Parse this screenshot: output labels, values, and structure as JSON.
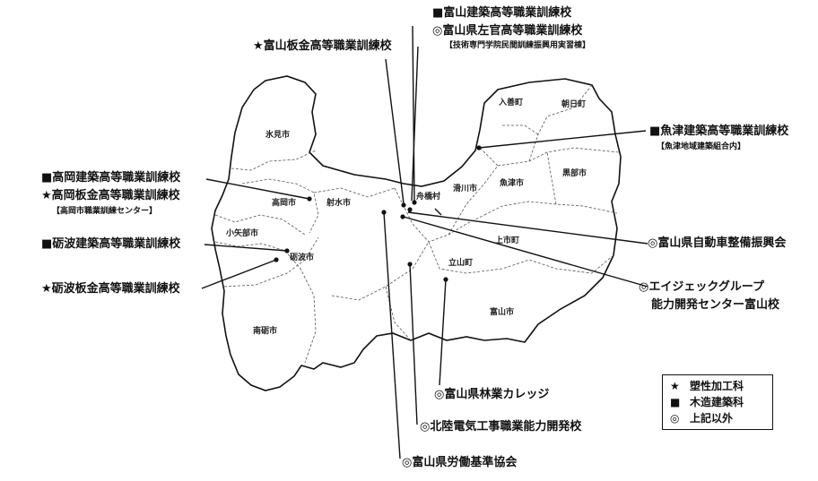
{
  "cities": {
    "himi": "氷見市",
    "takaoka": "高岡市",
    "imizu": "射水市",
    "oyabe": "小矢部市",
    "tonami": "砺波市",
    "nanto": "南砺市",
    "funahashi": "舟橋村",
    "namerikawa": "滑川市",
    "uozu": "魚津市",
    "nyuzen": "入善町",
    "asahi": "朝日町",
    "kurobe": "黒部市",
    "kamiichi": "上市町",
    "tateyama": "立山町",
    "toyama": "富山市"
  },
  "labels": {
    "toyama_kenchiku": "■富山建築高等職業訓練校",
    "toyama_sakan": "◎富山県左官高等職業訓練校",
    "toyama_sakan_sub": "【技術専門学院民間訓練振興用実習棟】",
    "toyama_bankin": "★富山板金高等職業訓練校",
    "uozu_kenchiku": "■魚津建築高等職業訓練校",
    "uozu_kenchiku_sub": "【魚津地域建築組合内】",
    "takaoka_kenchiku": "■高岡建築高等職業訓練校",
    "takaoka_bankin": "★高岡板金高等職業訓練校",
    "takaoka_sub": "【高岡市職業訓練センター】",
    "tonami_kenchiku": "■砺波建築高等職業訓練校",
    "tonami_bankin": "★砺波板金高等職業訓練校",
    "jidosha": "◎富山県自動車整備振興会",
    "agc_1": "◎エイジェックグループ",
    "agc_2": "能力開発センター富山校",
    "ringyo": "◎富山県林業カレッジ",
    "hokuriku_denki": "◎北陸電気工事職業能力開発校",
    "roudou": "◎富山県労働基準協会"
  },
  "legend": [
    {
      "symbol": "★",
      "label": "塑性加工科"
    },
    {
      "symbol": "■",
      "label": "木造建築科"
    },
    {
      "symbol": "◎",
      "label": "上記以外"
    }
  ],
  "colors": {
    "line": "#111111",
    "boundary": "#555555"
  }
}
